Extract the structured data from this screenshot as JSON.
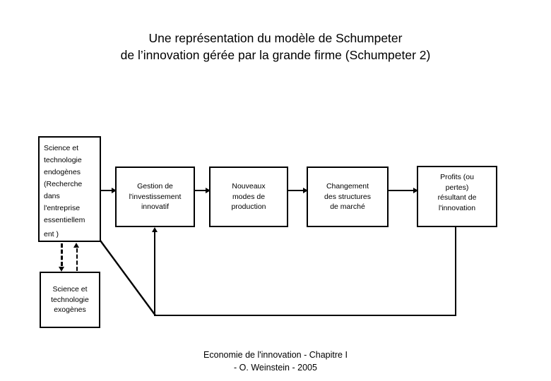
{
  "title": {
    "line1": "Une représentation du modèle de Schumpeter",
    "line2": "de l’innovation gérée par la grande firme (Schumpeter 2)"
  },
  "footer": {
    "line1": "Economie de l'innovation - Chapitre I",
    "line2": "- O. Weinstein - 2005"
  },
  "diagram": {
    "nodes": {
      "endogenous": {
        "lines": [
          "Science et",
          "technologie",
          "endogènes",
          "(Recherche",
          "dans",
          "l'entreprise",
          "essentiellem",
          "ent )"
        ]
      },
      "investment": {
        "lines": [
          "Gestion de",
          "l'investissement",
          "innovatif"
        ]
      },
      "production": {
        "lines": [
          "Nouveaux",
          "modes de",
          "production"
        ]
      },
      "market": {
        "lines": [
          "Changement",
          "des structures",
          "de marché"
        ]
      },
      "profits": {
        "lines": [
          "Profits (ou",
          "pertes)",
          "résultant de",
          "l'innovation"
        ]
      },
      "exogenous": {
        "lines": [
          "Science et",
          "technologie",
          "exogènes"
        ]
      }
    },
    "colors": {
      "box_border": "#000000",
      "box_fill": "#ffffff",
      "connector": "#000000",
      "background": "#ffffff"
    }
  }
}
